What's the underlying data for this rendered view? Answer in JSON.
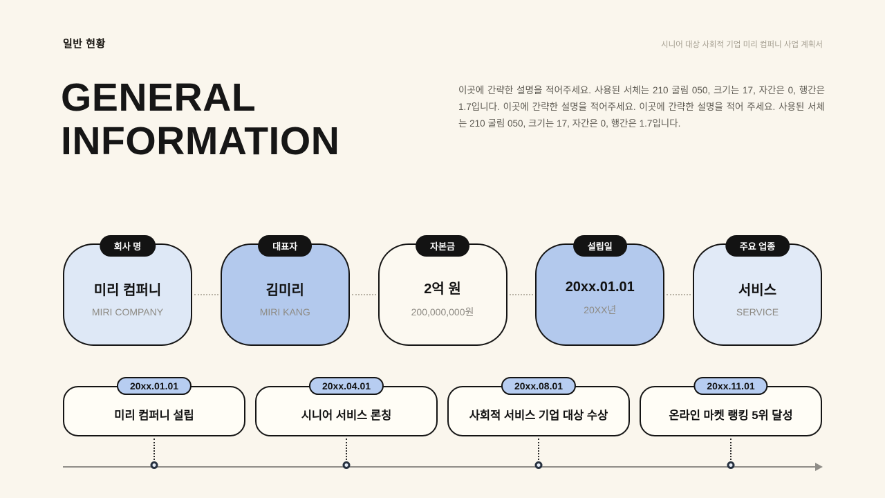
{
  "header": {
    "left": "일반 현황",
    "right": "시니어 대상 사회적 기업 미리 컴퍼니 사업 계획서"
  },
  "title": {
    "line1": "GENERAL",
    "line2": "INFORMATION"
  },
  "description": "이곳에 간략한 설명을 적어주세요. 사용된 서체는 210 굴림 050, 크기는 17, 자간은 0, 행간은 1.7입니다. 이곳에 간략한 설명을 적어주세요. 이곳에 간략한 설명을 적어 주세요. 사용된 서체는 210 굴림 050, 크기는 17, 자간은 0, 행간은 1.7입니다.",
  "info_cards": [
    {
      "label": "회사 명",
      "value": "미리 컴퍼니",
      "sub": "MIRI COMPANY",
      "bg": "#dee8f6"
    },
    {
      "label": "대표자",
      "value": "김미리",
      "sub": "MIRI KANG",
      "bg": "#b3c9ed"
    },
    {
      "label": "자본금",
      "value": "2억 원",
      "sub": "200,000,000원",
      "bg": "#fcf9f1"
    },
    {
      "label": "설립일",
      "value": "20xx.01.01",
      "sub": "20XX년",
      "bg": "#b3c9ed"
    },
    {
      "label": "주요 업종",
      "value": "서비스",
      "sub": "SERVICE",
      "bg": "#e1eaf7"
    }
  ],
  "timeline": [
    {
      "date": "20xx.01.01",
      "event": "미리 컴퍼니 설립"
    },
    {
      "date": "20xx.04.01",
      "event": "시니어 서비스 론칭"
    },
    {
      "date": "20xx.08.01",
      "event": "사회적 서비스 기업 대상 수상"
    },
    {
      "date": "20xx.11.01",
      "event": "온라인 마켓 랭킹 5위 달성"
    }
  ],
  "colors": {
    "background": "#faf6ed",
    "card_light_blue": "#dee8f6",
    "card_medium_blue": "#b3c9ed",
    "card_cream": "#fcf9f1",
    "pill_black": "#131313",
    "timeline_pill_blue": "#b7cdf1",
    "axis_gray": "#8f8d88"
  }
}
